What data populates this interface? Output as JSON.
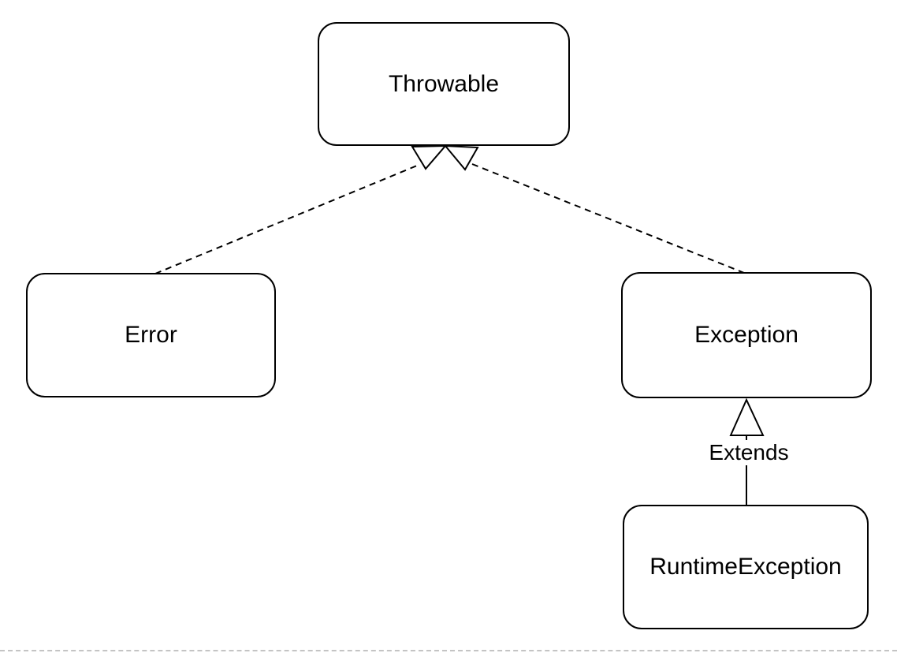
{
  "diagram": {
    "type": "uml-class-hierarchy",
    "background": "#ffffff",
    "stroke_color": "#000000",
    "page_boundary_color": "#c4c4c4",
    "nodes": [
      {
        "id": "throwable",
        "label": "Throwable"
      },
      {
        "id": "error",
        "label": "Error"
      },
      {
        "id": "exception",
        "label": "Exception"
      },
      {
        "id": "runtime-exception",
        "label": "RuntimeException"
      }
    ],
    "edges": [
      {
        "from": "Error",
        "to": "Throwable",
        "line_style": "dashed",
        "arrowhead": "hollow-triangle"
      },
      {
        "from": "Exception",
        "to": "Throwable",
        "line_style": "dashed",
        "arrowhead": "hollow-triangle"
      },
      {
        "from": "RuntimeException",
        "to": "Exception",
        "line_style": "solid",
        "arrowhead": "hollow-triangle",
        "label": "Extends"
      }
    ]
  }
}
